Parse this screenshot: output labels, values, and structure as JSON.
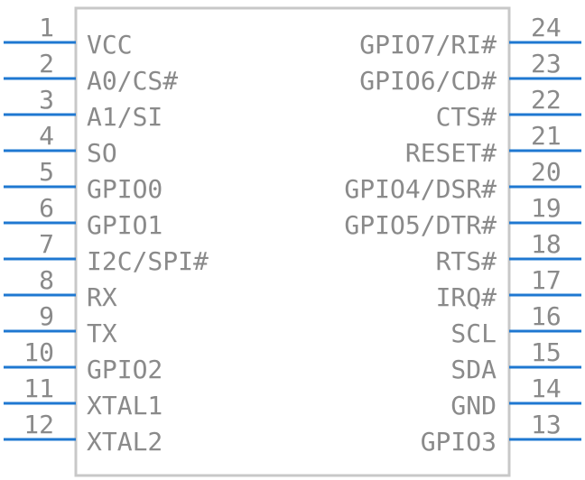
{
  "component": {
    "body_color": "#c8c8c8",
    "pin_color": "#1f78d1",
    "text_color": "#8a8a8a"
  },
  "left_pins": [
    {
      "number": "1",
      "label": "VCC"
    },
    {
      "number": "2",
      "label": "A0/CS#"
    },
    {
      "number": "3",
      "label": "A1/SI"
    },
    {
      "number": "4",
      "label": "SO"
    },
    {
      "number": "5",
      "label": "GPIO0"
    },
    {
      "number": "6",
      "label": "GPIO1"
    },
    {
      "number": "7",
      "label": "I2C/SPI#"
    },
    {
      "number": "8",
      "label": "RX"
    },
    {
      "number": "9",
      "label": "TX"
    },
    {
      "number": "10",
      "label": "GPIO2"
    },
    {
      "number": "11",
      "label": "XTAL1"
    },
    {
      "number": "12",
      "label": "XTAL2"
    }
  ],
  "right_pins": [
    {
      "number": "24",
      "label": "GPIO7/RI#"
    },
    {
      "number": "23",
      "label": "GPIO6/CD#"
    },
    {
      "number": "22",
      "label": "CTS#"
    },
    {
      "number": "21",
      "label": "RESET#"
    },
    {
      "number": "20",
      "label": "GPIO4/DSR#"
    },
    {
      "number": "19",
      "label": "GPIO5/DTR#"
    },
    {
      "number": "18",
      "label": "RTS#"
    },
    {
      "number": "17",
      "label": "IRQ#"
    },
    {
      "number": "16",
      "label": "SCL"
    },
    {
      "number": "15",
      "label": "SDA"
    },
    {
      "number": "14",
      "label": "GND"
    },
    {
      "number": "13",
      "label": "GPIO3"
    }
  ]
}
